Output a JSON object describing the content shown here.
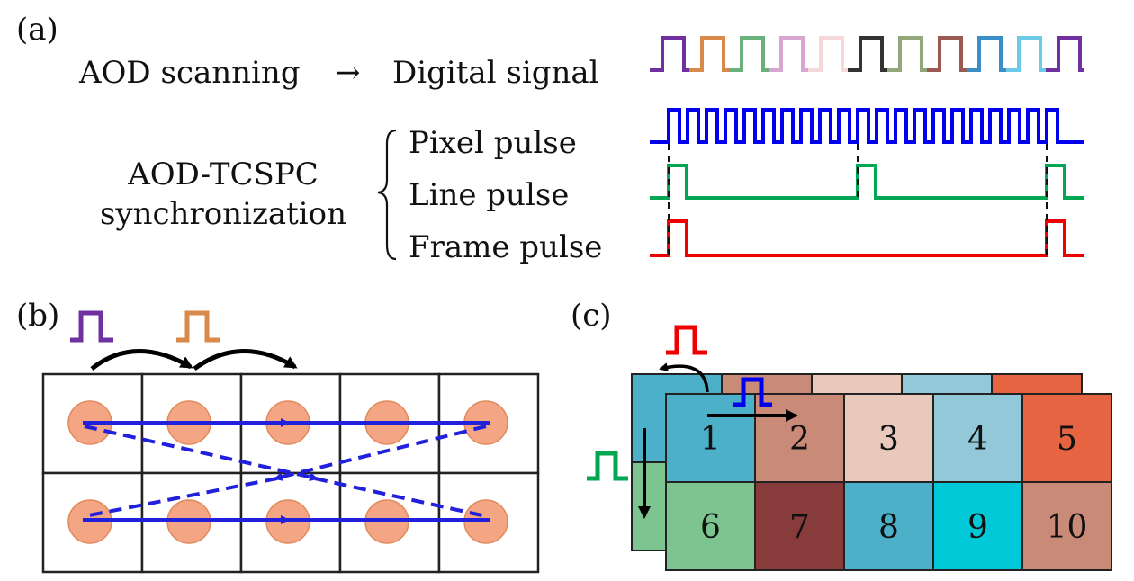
{
  "panel_a": {
    "tag": "(a)",
    "aod_scanning": "AOD scanning",
    "arrow": "→",
    "digital_signal": "Digital signal",
    "sync_title_line1": "AOD-TCSPC",
    "sync_title_line2": "synchronization",
    "pixel_pulse": "Pixel pulse",
    "line_pulse": "Line pulse",
    "frame_pulse": "Frame pulse",
    "digital_colors": [
      "#7030a0",
      "#d98a4a",
      "#6ab07a",
      "#d9a6d2",
      "#f5d9d9",
      "#333333",
      "#93a87a",
      "#9a5a52",
      "#3a8ec6",
      "#6ccbe6",
      "#7030a0"
    ],
    "pixel_color": "#0000ee",
    "line_color": "#00a651",
    "frame_color": "#ee0000"
  },
  "panel_b": {
    "tag": "(b)",
    "pulse_colors": [
      "#7030a0",
      "#d98a4a"
    ],
    "dot_color": "#f4a583",
    "scan_color": "#2020dd"
  },
  "panel_c": {
    "tag": "(c)",
    "cells": [
      {
        "label": "1",
        "color": "#4bb0c8"
      },
      {
        "label": "2",
        "color": "#c98a78"
      },
      {
        "label": "3",
        "color": "#e8c9bc"
      },
      {
        "label": "4",
        "color": "#93c8d8"
      },
      {
        "label": "5",
        "color": "#e66442"
      },
      {
        "label": "6",
        "color": "#7cc490"
      },
      {
        "label": "7",
        "color": "#873b3b"
      },
      {
        "label": "8",
        "color": "#4bb0c8"
      },
      {
        "label": "9",
        "color": "#00c8d6"
      },
      {
        "label": "10",
        "color": "#c98a78"
      }
    ],
    "back_colors": [
      "#4bb0c8",
      "#c98a78",
      "#e8c9bc",
      "#93c8d8",
      "#e66442",
      "#7cc490"
    ],
    "frame_pulse_color": "#ee0000",
    "pixel_pulse_color": "#0000ee",
    "line_pulse_color": "#00a651"
  }
}
